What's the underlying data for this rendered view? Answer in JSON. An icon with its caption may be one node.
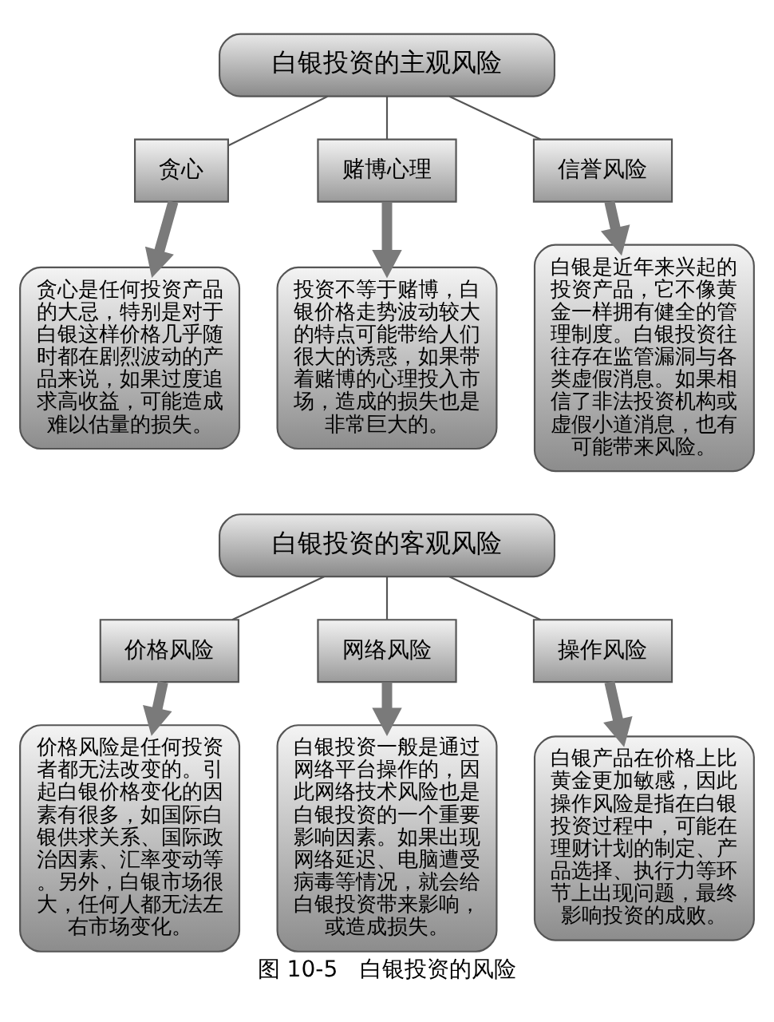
{
  "diagram": {
    "caption": "图 10-5　白银投资的风险",
    "nodes": [
      {
        "text": [
          "白银投资的主观风险"
        ]
      },
      {
        "text": [
          "贪心"
        ]
      },
      {
        "text": [
          "赌博心理"
        ]
      },
      {
        "text": [
          "信誉风险"
        ]
      },
      {
        "text": [
          "贪心是任何投资产品的大忌，特别是对于白银这样价格几乎随时都在剧烈波动的产品来说，如果过度追求高收益，可能造成难以估量的损失。"
        ]
      },
      {
        "text": [
          "投资不等于赌博，白银价格走势波动较大的特点可能带给人们很大的诱惑，如果带着赌博的心理投入市场，造成的损失也是非常巨大的。"
        ]
      },
      {
        "text": [
          "白银是近年来兴起的投资产品，它不像黄金一样拥有健全的管理制度。白银投资往往存在监管漏洞与各类虚假消息。如果相信了非法投资机构或虚假小道消息，也有可能带来风险。"
        ]
      },
      {
        "text": [
          "白银投资的客观风险"
        ]
      },
      {
        "text": [
          "价格风险"
        ]
      },
      {
        "text": [
          "网络风险"
        ]
      },
      {
        "text": [
          "操作风险"
        ]
      },
      {
        "text": [
          "价格风险是任何投资者都无法改变的。引起白银价格变化的因素有很多，如国际白银供求关系、国际政治因素、汇率变动等。另外，白银市场很大，任何人都无法左右市场变化。"
        ]
      },
      {
        "text": [
          "白银投资一般是通过网络平台操作的，因此网络技术风险也是白银投资的一个重要影响因素。如果出现网络延迟、电脑遭受病毒等情况，就会给白银投资带来影响，或造成损失。"
        ]
      },
      {
        "text": [
          "白银产品在价格上比黄金更加敏感，因此操作风险是指在白银投资过程中，可能在理财计划的制定、产品选择、执行力等环节上出现问题，最终影响投资的成败。"
        ]
      }
    ],
    "edges": [
      {
        "from": 0,
        "to": 1,
        "arrow": "none"
      },
      {
        "from": 0,
        "to": 2,
        "arrow": "none"
      },
      {
        "from": 0,
        "to": 3,
        "arrow": "none"
      },
      {
        "from": 1,
        "to": 4,
        "arrow": "to",
        "style": "thick"
      },
      {
        "from": 2,
        "to": 5,
        "arrow": "to",
        "style": "thick"
      },
      {
        "from": 3,
        "to": 6,
        "arrow": "to",
        "style": "thick"
      },
      {
        "from": 7,
        "to": 8,
        "arrow": "none"
      },
      {
        "from": 7,
        "to": 9,
        "arrow": "none"
      },
      {
        "from": 7,
        "to": 10,
        "arrow": "none"
      },
      {
        "from": 8,
        "to": 11,
        "arrow": "to",
        "style": "thick"
      },
      {
        "from": 9,
        "to": 12,
        "arrow": "to",
        "style": "thick"
      },
      {
        "from": 10,
        "to": 13,
        "arrow": "to",
        "style": "thick"
      }
    ]
  }
}
